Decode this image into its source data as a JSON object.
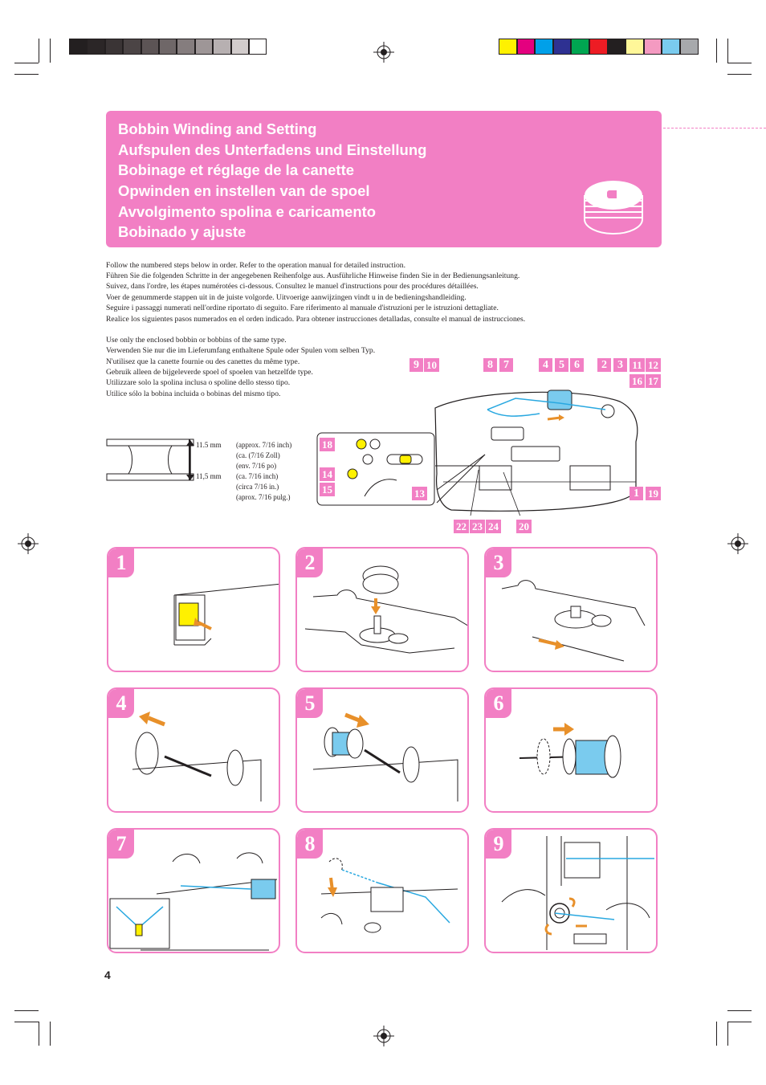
{
  "header": {
    "titles": [
      "Bobbin Winding and Setting",
      "Aufspulen des Unterfadens und Einstellung",
      "Bobinage et réglage de la canette",
      "Opwinden en instellen van de spoel",
      "Avvolgimento spolina e caricamento",
      "Bobinado y ajuste"
    ]
  },
  "intro_steps": [
    "Follow the numbered steps below in order. Refer to the operation manual for detailed instruction.",
    "Führen Sie die folgenden Schritte in der angegebenen Reihenfolge aus. Ausführliche Hinweise finden Sie in der Bedienungsanleitung.",
    "Suivez, dans l'ordre, les étapes numérotées ci-dessous. Consultez le manuel d'instructions pour des procédures détaillées.",
    "Voer de genummerde stappen uit in de juiste volgorde. Uitvoerige aanwijzingen vindt u in de bedieningshandleiding.",
    "Seguire i passaggi numerati nell'ordine riportato di seguito. Fare riferimento al manuale d'istruzioni per le istruzioni dettagliate.",
    "Realice los siguientes pasos numerados en el orden indicado. Para obtener instrucciones detalladas, consulte el manual de instrucciones."
  ],
  "intro_bobbin": [
    "Use only the enclosed bobbin or bobbins of the same type.",
    "Verwenden Sie nur die im Lieferumfang enthaltene Spule oder Spulen vom selben Typ.",
    "N'utilisez que la canette fournie ou des canettes du même type.",
    "Gebruik alleen de bijgeleverde spoel of spoelen van hetzelfde type.",
    "Utilizzare solo la spolina inclusa o spoline dello stesso tipo.",
    "Utilice sólo la bobina incluida o bobinas del mismo tipo."
  ],
  "bobbin_dims": {
    "mm_1": "11.5 mm",
    "mm_2": "11,5 mm",
    "inch": [
      "(approx. 7/16 inch)",
      "(ca. (7/16 Zoll)",
      "(env. 7/16 po)",
      "(ca. 7/16 inch)",
      "(circa 7/16 in.)",
      "(aprox. 7/16 pulg.)"
    ]
  },
  "callouts": {
    "c9": "9",
    "c10": "10",
    "c8": "8",
    "c7": "7",
    "c4": "4",
    "c5": "5",
    "c6": "6",
    "c2": "2",
    "c3": "3",
    "c11": "11",
    "c12": "12",
    "c16": "16",
    "c17": "17",
    "c18": "18",
    "c14": "14",
    "c15": "15",
    "c13": "13",
    "c1": "1",
    "c19": "19",
    "c22": "22",
    "c23": "23",
    "c24": "24",
    "c20": "20"
  },
  "steps": [
    "1",
    "2",
    "3",
    "4",
    "5",
    "6",
    "7",
    "8",
    "9"
  ],
  "page_number": "4",
  "colors": {
    "accent_pink": "#f27fc4",
    "arrow_orange": "#e8902a",
    "thread_blue": "#29a8e0"
  },
  "color_bar_gray": [
    "#231f20",
    "#2b2627",
    "#3a3435",
    "#4b4445",
    "#5c5455",
    "#6f6768",
    "#857d7e",
    "#9e9697",
    "#b7b0b1",
    "#d2cccc",
    "#ffffff"
  ],
  "color_bar_color": [
    "#fff100",
    "#e4007f",
    "#00a0e9",
    "#2e3192",
    "#00a651",
    "#ed1c24",
    "#231f20",
    "#fff799",
    "#f49ac1",
    "#7acbee",
    "#a7a9ac"
  ]
}
